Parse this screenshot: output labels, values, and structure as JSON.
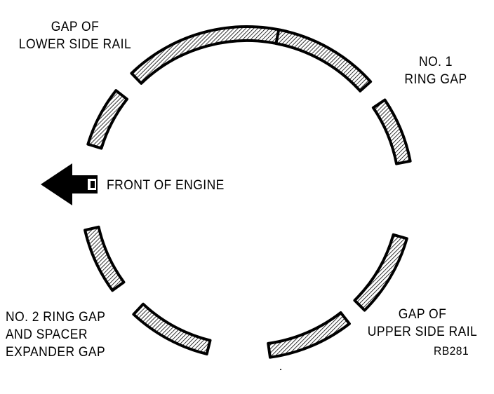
{
  "labels": {
    "lower_side_rail_gap": [
      "GAP OF",
      "LOWER SIDE RAIL"
    ],
    "no1_ring_gap": [
      "NO. 1",
      "RING GAP"
    ],
    "front_of_engine": "FRONT OF ENGINE",
    "no2_ring_gap": [
      "NO. 2 RING GAP",
      "AND SPACER",
      "EXPANDER GAP"
    ],
    "upper_side_rail_gap": [
      "GAP OF",
      "UPPER SIDE RAIL"
    ],
    "figure_code": "RB281"
  },
  "colors": {
    "ink": "#000000",
    "paper": "#ffffff"
  },
  "icons": {
    "direction_arrow": "arrow-left-icon"
  }
}
